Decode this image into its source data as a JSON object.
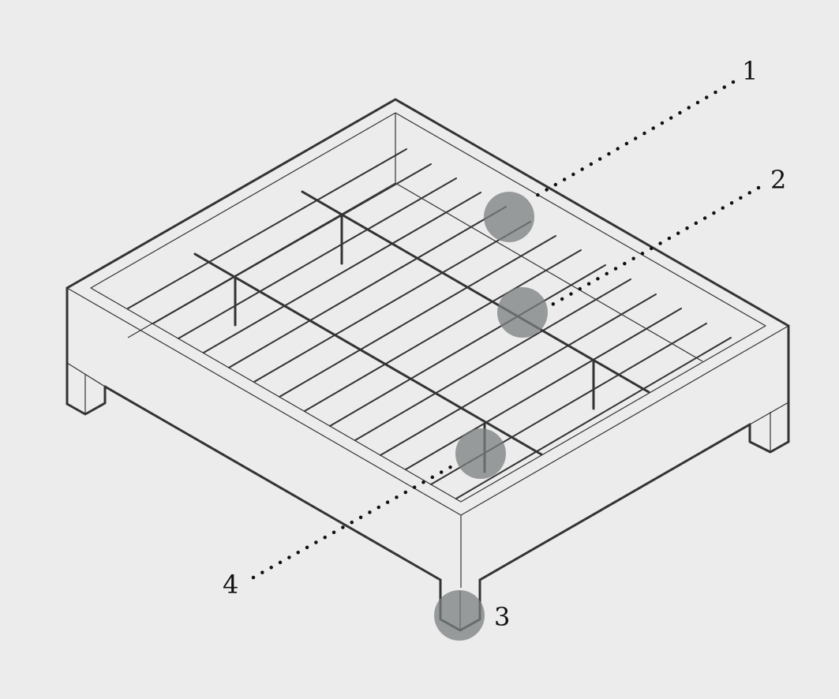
{
  "colors": {
    "background": "#ececec",
    "line": "#333333",
    "marker": "#7b7f80",
    "label": "#111111"
  },
  "callouts": [
    {
      "id": "1",
      "label": "1"
    },
    {
      "id": "2",
      "label": "2"
    },
    {
      "id": "3",
      "label": "3"
    },
    {
      "id": "4",
      "label": "4"
    }
  ]
}
